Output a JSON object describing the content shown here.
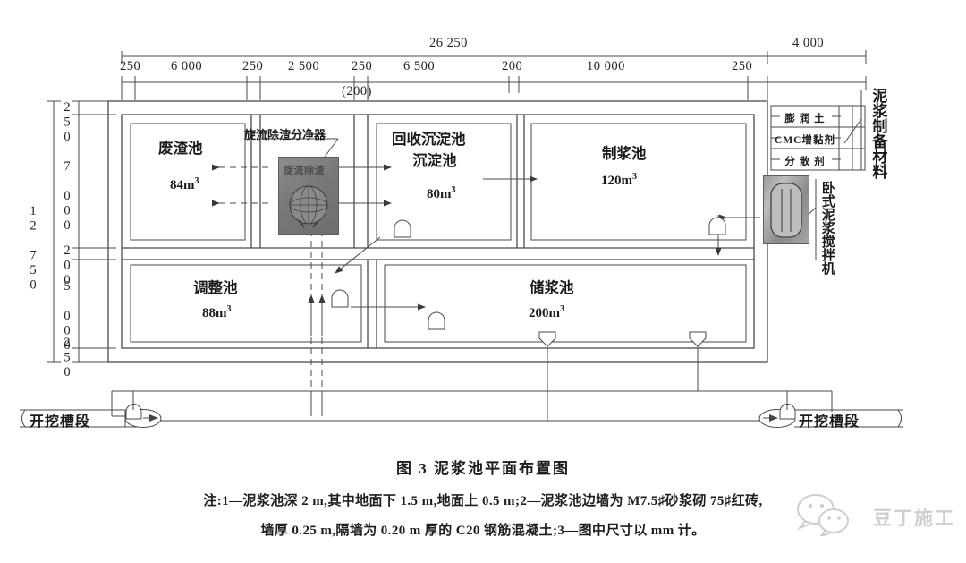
{
  "figure": {
    "caption": "图 3   泥浆池平面布置图",
    "notes": [
      "注:1—泥浆池深 2 m,其中地面下 1.5 m,地面上 0.5 m;2—泥浆池边墙为 M7.5♯砂浆砌 75♯红砖,",
      "墙厚 0.25 m,隔墙为 0.20 m 厚的 C20 钢筋混凝土;3—图中尺寸以 mm 计。"
    ]
  },
  "dimensions": {
    "overall_top": "26 250",
    "right_extra": "4 000",
    "top_chain": [
      "250",
      "6 000",
      "250",
      "2 500",
      "250",
      "6 500",
      "200",
      "10 000",
      "250"
    ],
    "parenthetical": "(200)",
    "overall_left": "12 750",
    "left_chain": [
      "250",
      "7 000",
      "200",
      "5 000",
      "250"
    ]
  },
  "pools": [
    {
      "name": "废渣池",
      "volume": "84m",
      "exp": "3"
    },
    {
      "name": "回收沉淀池",
      "name2": "沉淀池",
      "volume": "80m",
      "exp": "3"
    },
    {
      "name": "制浆池",
      "volume": "120m",
      "exp": "3"
    },
    {
      "name": "调整池",
      "volume": "88m",
      "exp": "3"
    },
    {
      "name": "储浆池",
      "volume": "200m",
      "exp": "3"
    }
  ],
  "annotations": {
    "cyclone": "旋流除渣分净器",
    "cyclone_device_text": "旋流除渣",
    "material_prep": "泥浆制备材料",
    "mixer": "卧式泥浆搅拌机"
  },
  "legend": {
    "rows": [
      "膨 润 土",
      "CMC增黏剂",
      "分 散 剂"
    ]
  },
  "trenches": {
    "left": "开挖槽段",
    "right": "开挖槽段"
  },
  "watermark": {
    "text": "豆丁施工"
  },
  "colors": {
    "line": "#4a4a4a",
    "text": "#1d1d1d",
    "photo_gray": "#7c7c7c"
  }
}
